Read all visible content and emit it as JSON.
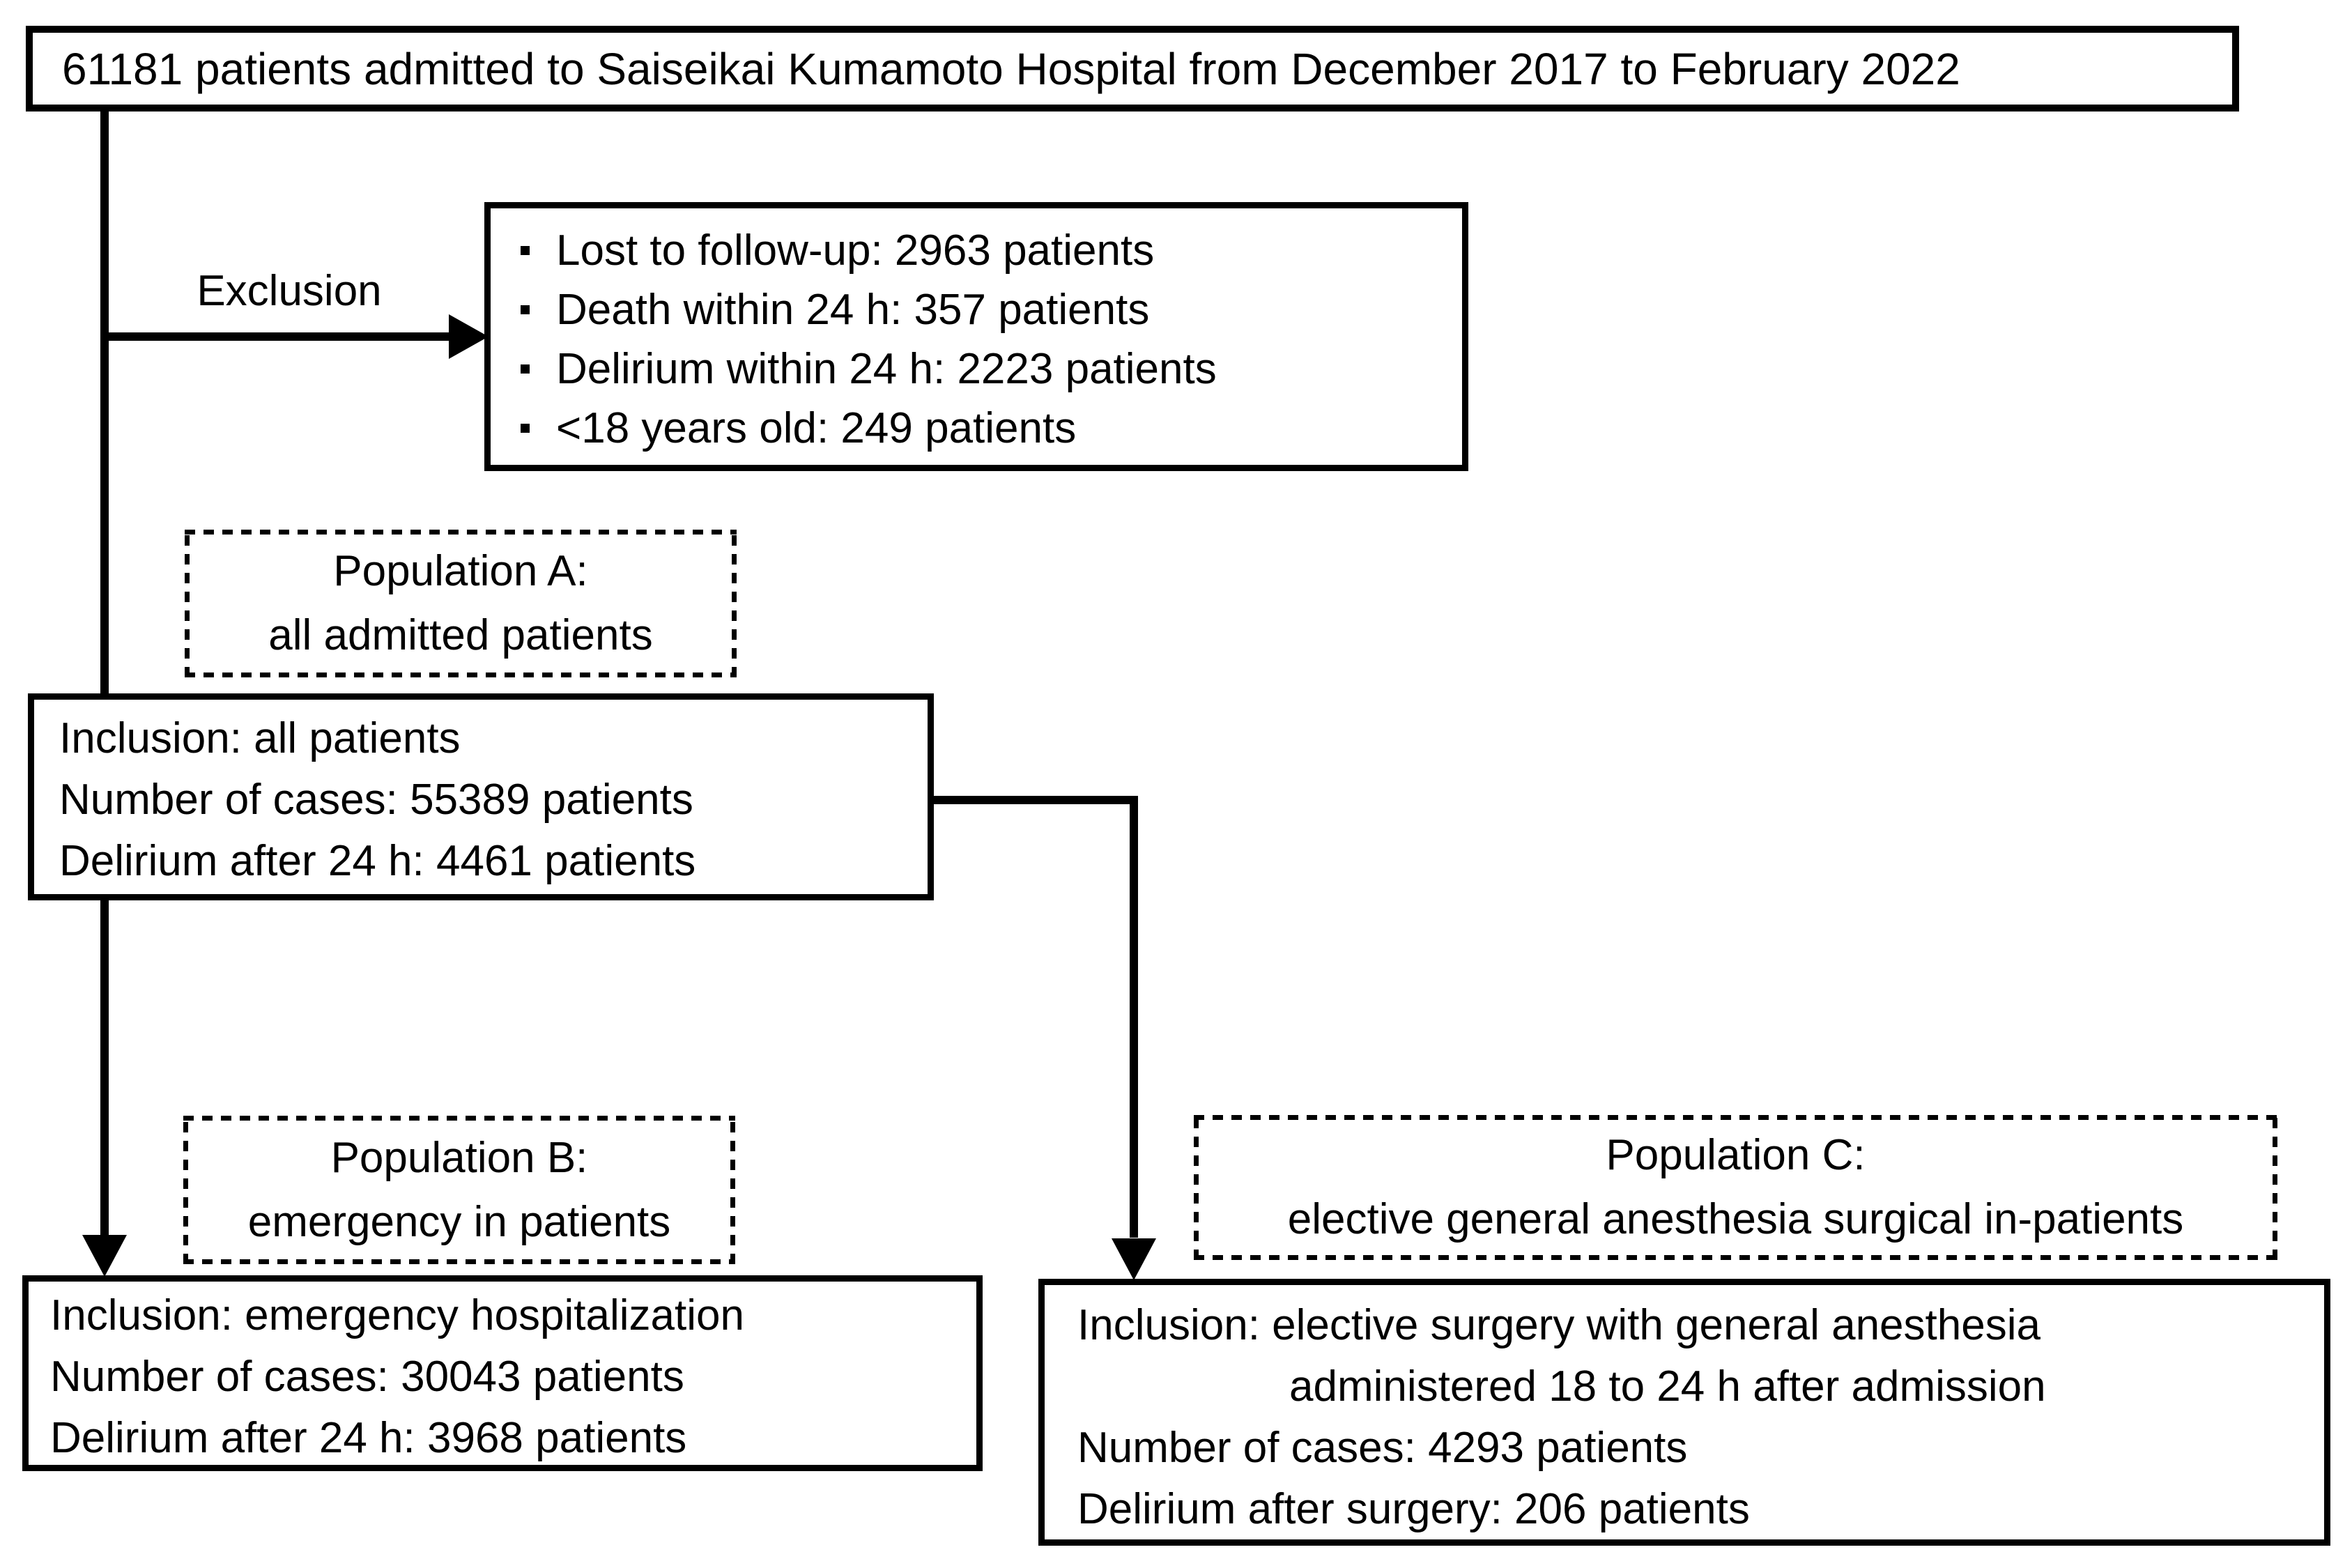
{
  "colors": {
    "ink": "#000000",
    "background": "#ffffff"
  },
  "diagram": {
    "top_box": {
      "text": "61181 patients admitted to Saiseikai Kumamoto Hospital from December 2017 to February 2022"
    },
    "exclusion_label": "Exclusion",
    "exclusion_box": {
      "items": [
        "Lost to follow-up: 2963 patients",
        "Death within 24 h: 357 patients",
        "Delirium within 24 h: 2223 patients",
        "<18 years old: 249 patients"
      ]
    },
    "population_a": {
      "title": "Population A:",
      "subtitle": "all admitted patients"
    },
    "box_a": {
      "lines": [
        "Inclusion: all patients",
        "Number of cases: 55389 patients",
        "Delirium after 24 h: 4461 patients"
      ]
    },
    "population_b": {
      "title": "Population B:",
      "subtitle": "emergency in patients"
    },
    "box_b": {
      "lines": [
        "Inclusion: emergency hospitalization",
        "Number of cases: 30043 patients",
        "Delirium after 24 h: 3968 patients"
      ]
    },
    "population_c": {
      "title": "Population C:",
      "subtitle": "elective general anesthesia surgical in-patients"
    },
    "box_c": {
      "line1": "Inclusion: elective surgery with general anesthesia",
      "line2": "administered 18 to 24 h after admission",
      "line3": "Number of cases: 4293 patients",
      "line4": "Delirium after surgery: 206 patients"
    }
  }
}
